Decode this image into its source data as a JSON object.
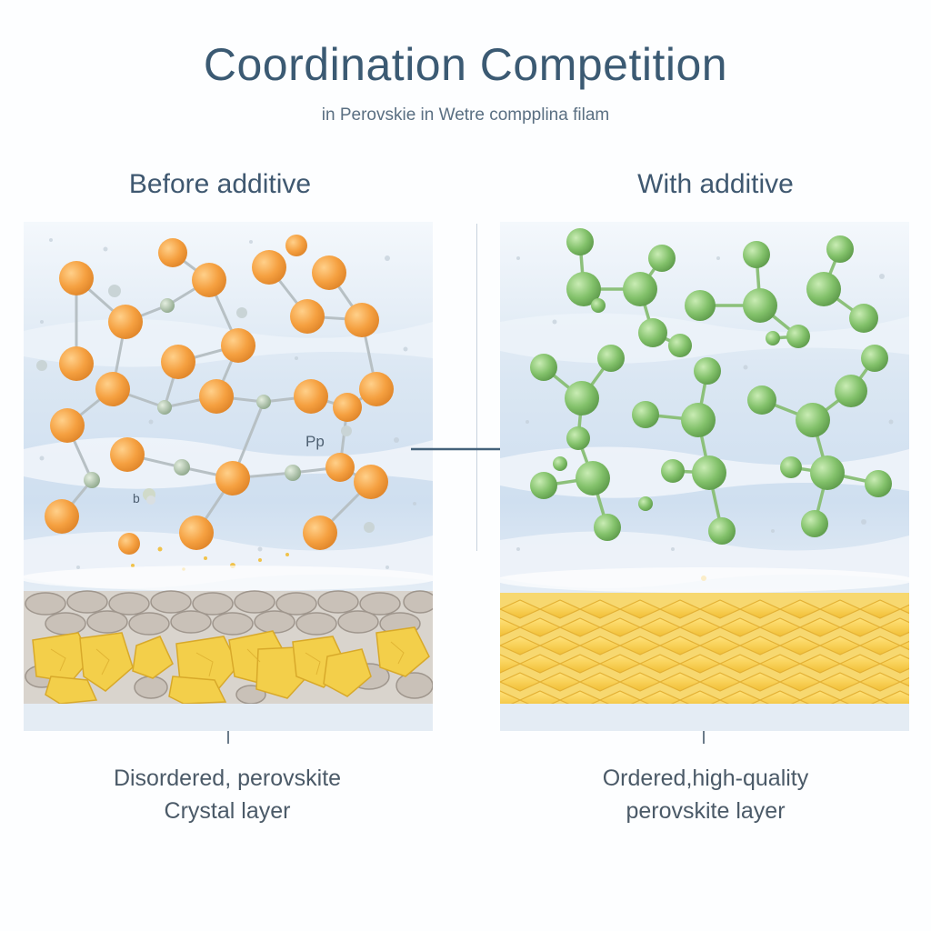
{
  "header": {
    "title": "Coordination Competition",
    "subtitle": "in Perovskie in Wetre compplina filam"
  },
  "panels": {
    "left": {
      "heading": "Before additive",
      "atom_label_pb": "Pp",
      "atom_label_b": "b",
      "caption_line1": "Disordered, perovskite",
      "caption_line2": "Crystal layer"
    },
    "right": {
      "heading": "With additive",
      "caption_line1": "Ordered,high-quality",
      "caption_line2": "perovskite layer"
    }
  },
  "colors": {
    "disordered_atom": "#f5a040",
    "linker_atom": "#9cb79a",
    "ordered_atom": "#82c16a",
    "crystal_gold": "#f3cf4a",
    "crystal_grey": "#b9b0a6",
    "background_wave": "#c9dcee",
    "title": "#3b5a73"
  }
}
